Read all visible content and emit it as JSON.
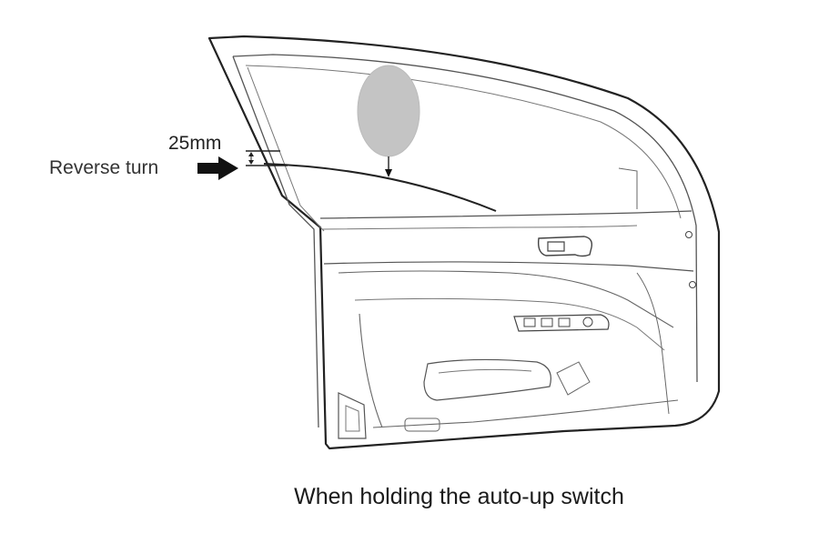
{
  "labels": {
    "dimension": "25mm",
    "reverse_turn": "Reverse turn",
    "caption": "When holding the auto-up switch"
  },
  "colors": {
    "line": "#222222",
    "thin_line": "#555555",
    "obstacle_fill": "#c4c4c4",
    "arrow_fill": "#111111"
  }
}
